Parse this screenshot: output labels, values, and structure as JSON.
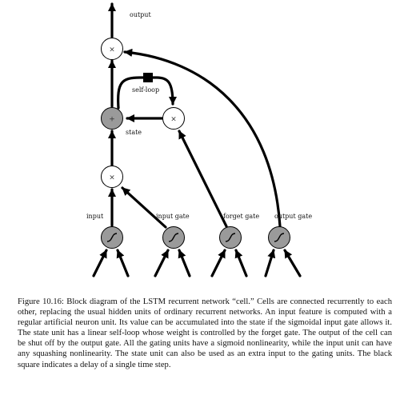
{
  "labels": {
    "output": "output",
    "self_loop": "self-loop",
    "state": "state",
    "input": "input",
    "input_gate": "input gate",
    "forget_gate": "forget gate",
    "output_gate": "output gate"
  },
  "symbols": {
    "multiply": "×",
    "add": "+"
  },
  "colors": {
    "unit_fill": "#9a9a9a",
    "line": "#000000"
  },
  "caption": {
    "text": "Figure 10.16: Block diagram of the LSTM recurrent network “cell.” Cells are connected recurrently to each other, replacing the usual hidden units of ordinary recurrent networks. An input feature is computed with a regular artificial neuron unit. Its value can be accumulated into the state if the sigmoidal input gate allows it. The state unit has a linear self-loop whose weight is controlled by the forget gate. The output of the cell can be shut off by the output gate. All the gating units have a sigmoid nonlinearity, while the input unit can have any squashing nonlinearity. The state unit can also be used as an extra input to the gating units. The black square indicates a delay of a single time step."
  }
}
